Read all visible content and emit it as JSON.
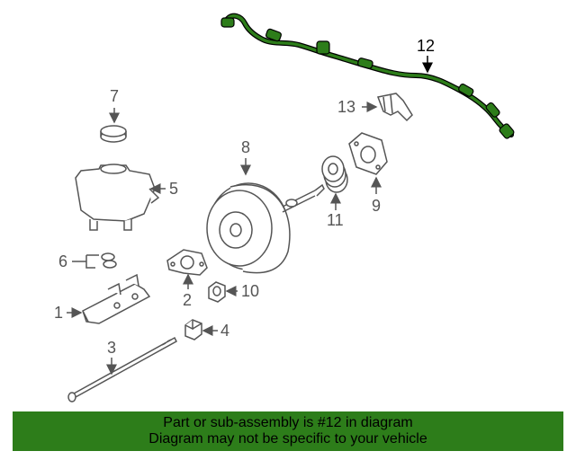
{
  "colors": {
    "highlight": "#2d7d1a",
    "line": "#555555",
    "banner": "#2d7d1a"
  },
  "callouts": {
    "c1": "1",
    "c2": "2",
    "c3": "3",
    "c4": "4",
    "c5": "5",
    "c6": "6",
    "c7": "7",
    "c8": "8",
    "c9": "9",
    "c10": "10",
    "c11": "11",
    "c12": "12",
    "c13": "13"
  },
  "banner": {
    "line1": "Part or sub-assembly is #12 in diagram",
    "line2": "Diagram may not be specific to your vehicle"
  }
}
